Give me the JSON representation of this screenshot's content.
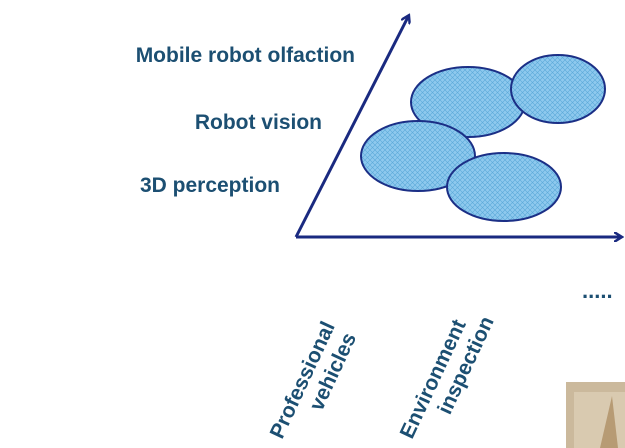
{
  "y_labels": {
    "olfaction": "Mobile robot olfaction",
    "vision": "Robot vision",
    "perception": "3D perception"
  },
  "x_labels": {
    "professional": "Professional",
    "vehicles": "vehicles",
    "environment": "Environment",
    "inspection": "inspection",
    "more": "....."
  },
  "colors": {
    "axis": "#1a2a80",
    "label": "#1c4f72",
    "bubble_fill": "#8ec9ee",
    "bubble_stroke": "#1b2f86",
    "photo": "#cbb99c"
  }
}
